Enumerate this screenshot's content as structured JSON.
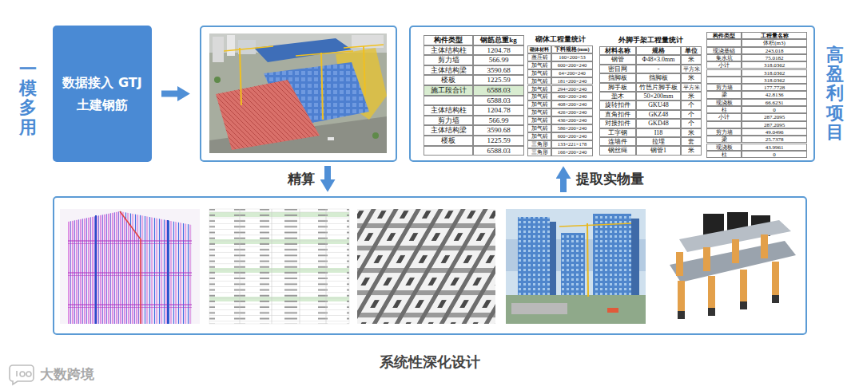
{
  "diagram": {
    "nodes": [
      {
        "text": [
          "数据接入 GTJ土建钢筋"
        ]
      },
      {
        "text": []
      },
      {
        "text": [
          "构件类型",
          "钢筋总重kg",
          "主体结构柱",
          "1204.78",
          "剪力墙",
          "566.99",
          "主体结构梁",
          "3590.68",
          "楼板",
          "1225.59",
          "施工段合计",
          "6588.03",
          "6588.03",
          "主体结构柱",
          "1204.78",
          "剪力墙",
          "566.99",
          "主体结构梁",
          "3590.68",
          "楼板",
          "1225.59",
          "6588.03",
          "砌体工程量统计",
          "砌体材料",
          "下料规格(mm)",
          "蒸压砖",
          "160×200×53",
          "加气砖",
          "600×200×240",
          "加气砖",
          "64×200×240",
          "加气砖",
          "181×200×240",
          "加气砖",
          "294×200×240",
          "加气砖",
          "400×200×240",
          "加气砖",
          "408×200×240",
          "加气砖",
          "426×200×240",
          "加气砖",
          "436×200×240",
          "加气砖",
          "586×200×240",
          "加气砖",
          "600×200×240",
          "三角形",
          "133×221×178",
          "三角形",
          "166×200×240",
          "外脚手架工程量统计",
          "材料名称",
          "规格",
          "单位",
          "钢管",
          "Φ48×3.0mm",
          "米",
          "密目网",
          "-",
          "平方米",
          "挡脚板",
          "挡脚板",
          "米",
          "脚手板",
          "竹笆片脚手板",
          "平方米",
          "垫木",
          "50×200mm",
          "米",
          "旋转扣件",
          "GKU48",
          "个",
          "直角扣件",
          "GKZ48",
          "个",
          "对接扣件",
          "GKD48",
          "个",
          "工字钢",
          "I18",
          "米",
          "连墙件",
          "拉埋",
          "套",
          "钢丝绳",
          "钢管1",
          "米",
          "构件类型",
          "工程量名称",
          "体积(m3)",
          "现浇基础",
          "243.018",
          "集水坑",
          "75.0182",
          "小计",
          "318.0362",
          "318.0362",
          "318.0362",
          "剪力墙",
          "177.7728",
          "梁",
          "42.8136",
          "现浇板",
          "66.6231",
          "柱",
          "0",
          "小计",
          "287.2095",
          "287.2095",
          "剪力墙",
          "49.0496",
          "梁",
          "25.7378",
          "现浇板",
          "43.9961",
          "柱",
          "0"
        ]
      },
      {
        "text": [
          "系统性深化设计"
        ]
      }
    ],
    "edges": [
      {
        "from": 0,
        "to": 1,
        "arrow": "to"
      },
      {
        "from": 1,
        "to": 3,
        "label": "精算",
        "arrow": "to"
      },
      {
        "from": 3,
        "to": 2,
        "label": "提取实物量",
        "arrow": "to"
      }
    ],
    "labels": [
      "一模多用",
      "高盈利项目",
      "大数跨境"
    ]
  }
}
